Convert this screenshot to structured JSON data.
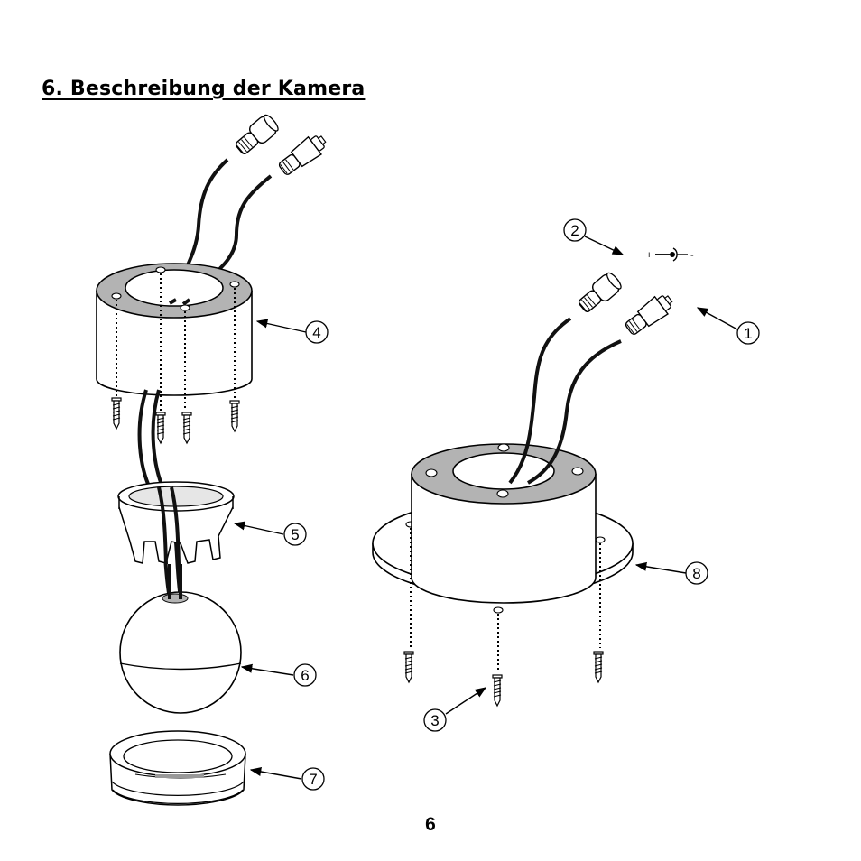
{
  "page": {
    "heading": "6. Beschreibung der Kamera",
    "page_number": "6"
  },
  "callouts": [
    {
      "label": "1",
      "part": "connector-plug"
    },
    {
      "label": "2",
      "part": "power-connector"
    },
    {
      "label": "3",
      "part": "mounting-screw"
    },
    {
      "label": "4",
      "part": "mounting-ring"
    },
    {
      "label": "5",
      "part": "ball-holder"
    },
    {
      "label": "6",
      "part": "camera-ball"
    },
    {
      "label": "7",
      "part": "cover-ring"
    },
    {
      "label": "8",
      "part": "dome-base"
    }
  ],
  "polarity": {
    "plus": "+",
    "minus": "-"
  }
}
